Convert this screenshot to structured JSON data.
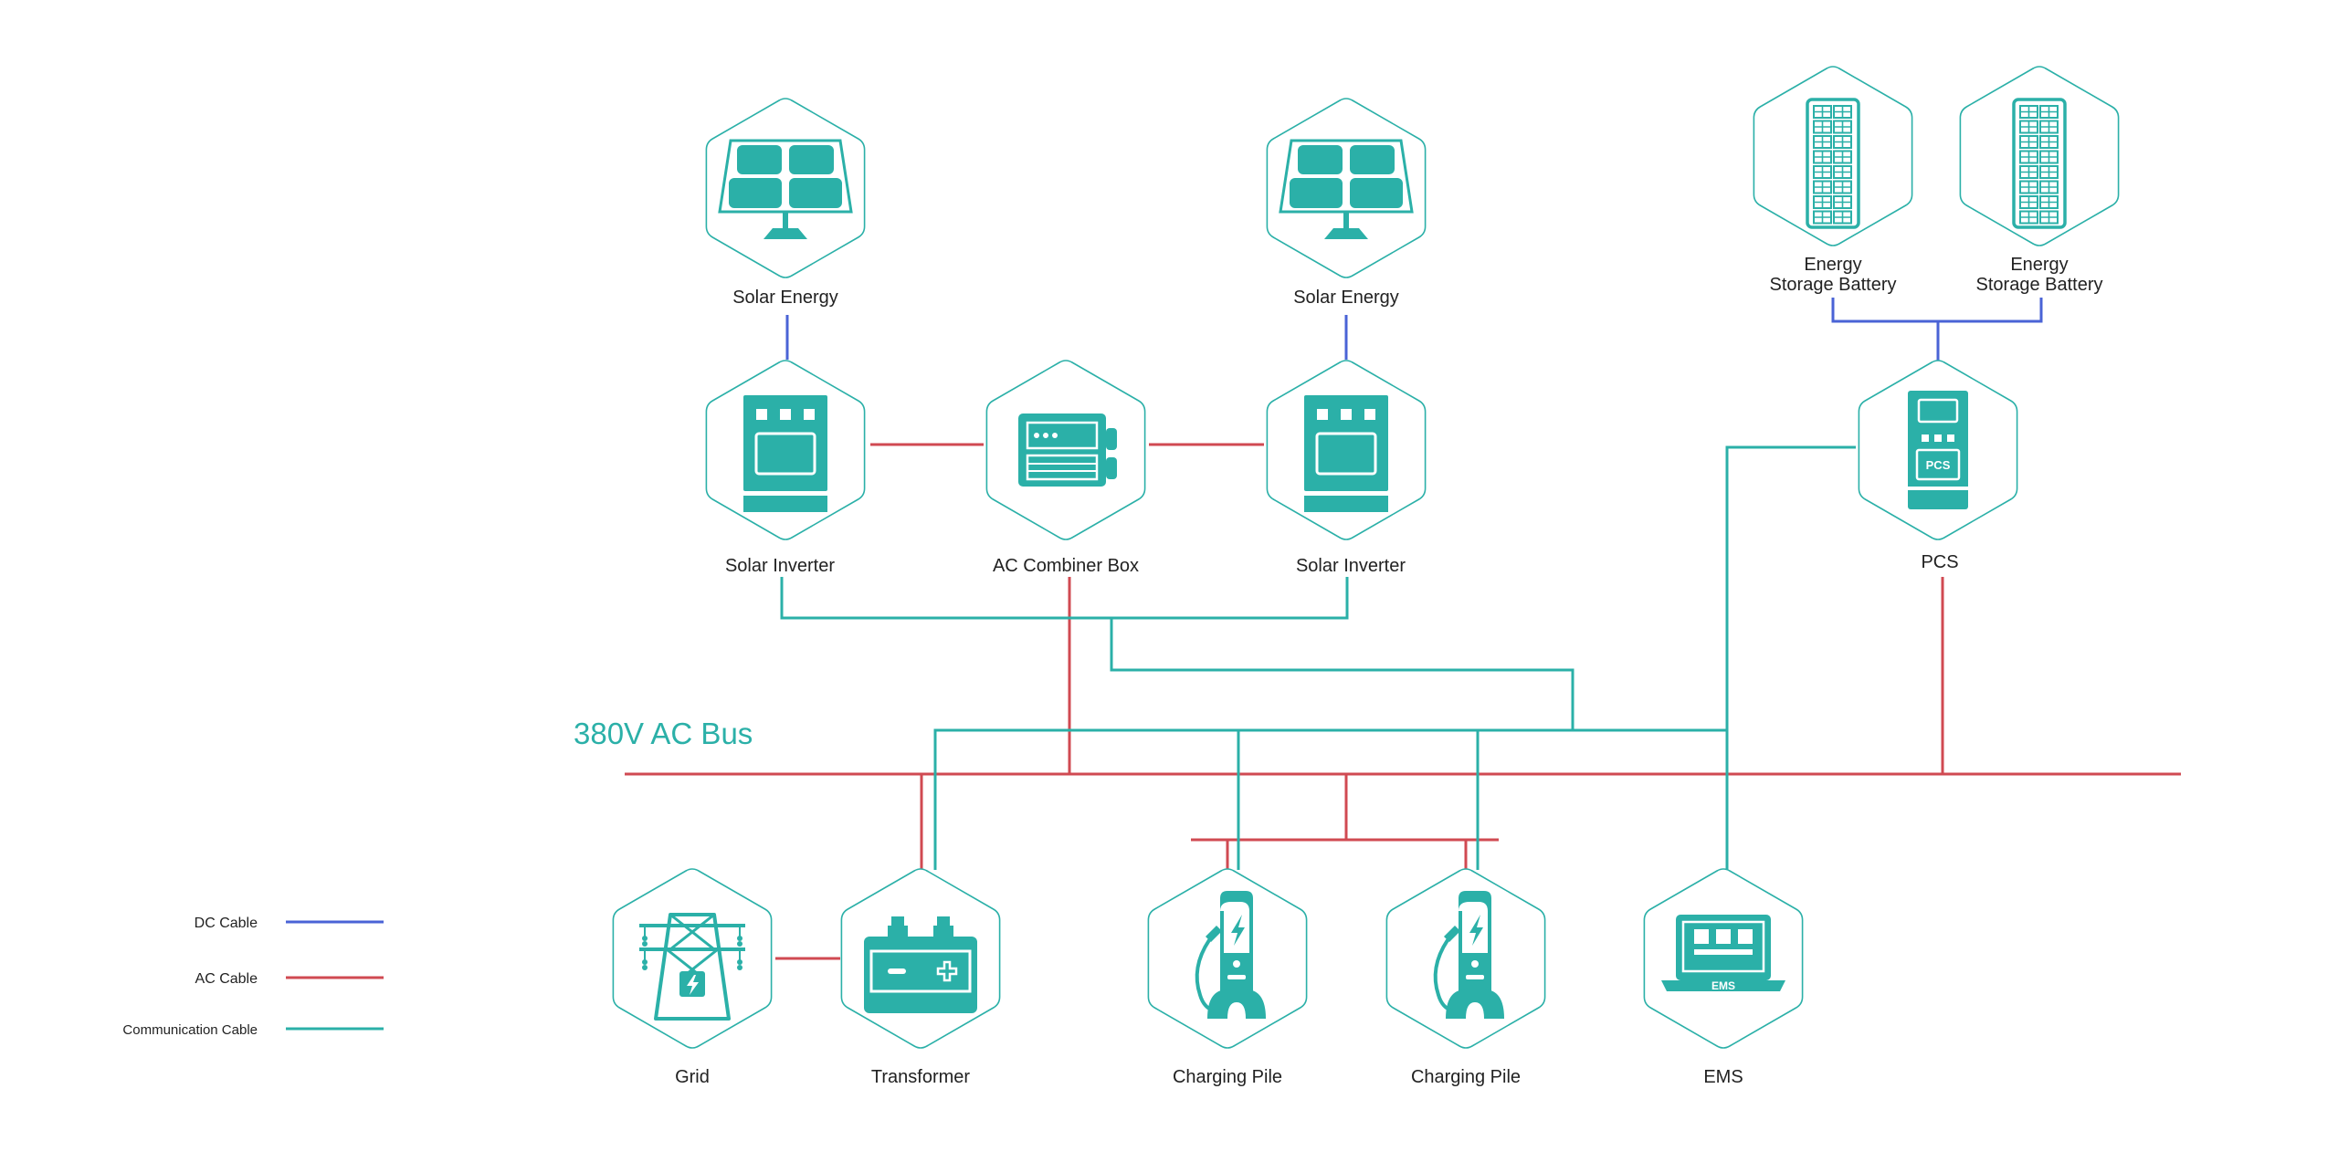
{
  "colors": {
    "dc": "#4a63d6",
    "ac": "#d04a52",
    "comm": "#2bb0a8",
    "accent": "#2bb0a8"
  },
  "bus": {
    "label": "380V AC Bus"
  },
  "legend": [
    {
      "label": "DC Cable",
      "type": "dc"
    },
    {
      "label": "AC Cable",
      "type": "ac"
    },
    {
      "label": "Communication Cable",
      "type": "comm"
    }
  ],
  "nodes": [
    {
      "id": "solar1",
      "icon": "solar-panel-icon",
      "label_lines": [
        "Solar Energy"
      ]
    },
    {
      "id": "solar2",
      "icon": "solar-panel-icon",
      "label_lines": [
        "Solar Energy"
      ]
    },
    {
      "id": "battery1",
      "icon": "battery-rack-icon",
      "label_lines": [
        "Energy",
        "Storage Battery"
      ]
    },
    {
      "id": "battery2",
      "icon": "battery-rack-icon",
      "label_lines": [
        "Energy",
        "Storage Battery"
      ]
    },
    {
      "id": "inverter1",
      "icon": "inverter-icon",
      "label_lines": [
        "Solar Inverter"
      ]
    },
    {
      "id": "combiner",
      "icon": "combiner-box-icon",
      "label_lines": [
        "AC Combiner Box"
      ]
    },
    {
      "id": "inverter2",
      "icon": "inverter-icon",
      "label_lines": [
        "Solar Inverter"
      ]
    },
    {
      "id": "pcs",
      "icon": "pcs-icon",
      "icon_text": "PCS",
      "label_lines": [
        "PCS"
      ]
    },
    {
      "id": "grid",
      "icon": "transmission-tower-icon",
      "label_lines": [
        "Grid"
      ]
    },
    {
      "id": "transformer",
      "icon": "transformer-icon",
      "label_lines": [
        "Transformer"
      ]
    },
    {
      "id": "charger1",
      "icon": "charging-pile-icon",
      "label_lines": [
        "Charging Pile"
      ]
    },
    {
      "id": "charger2",
      "icon": "charging-pile-icon",
      "label_lines": [
        "Charging Pile"
      ]
    },
    {
      "id": "ems",
      "icon": "laptop-icon",
      "icon_text": "EMS",
      "label_lines": [
        "EMS"
      ]
    }
  ]
}
